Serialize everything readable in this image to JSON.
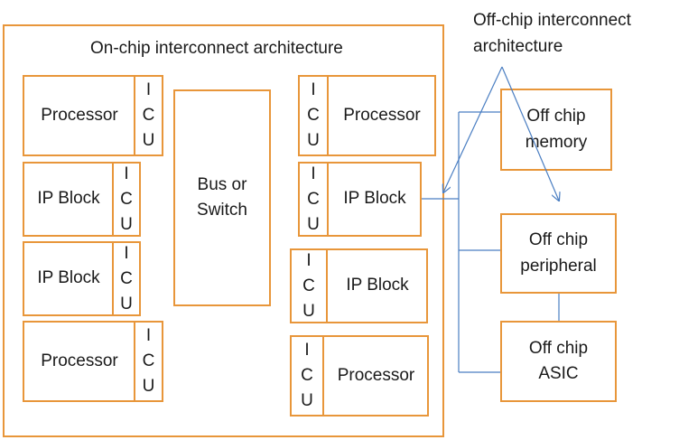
{
  "diagram": {
    "on_chip_title": "On-chip interconnect architecture",
    "off_chip_title_line1": "Off-chip interconnect",
    "off_chip_title_line2": "architecture",
    "icu": [
      "I",
      "C",
      "U"
    ],
    "bus": {
      "line1": "Bus or",
      "line2": "Switch"
    },
    "left_blocks": [
      {
        "label": "Processor"
      },
      {
        "label": "IP Block"
      },
      {
        "label": "IP Block"
      },
      {
        "label": "Processor"
      }
    ],
    "right_blocks": [
      {
        "label": "Processor"
      },
      {
        "label": "IP Block"
      },
      {
        "label": "IP Block"
      },
      {
        "label": "Processor"
      }
    ],
    "off_chip_blocks": [
      {
        "line1": "Off chip",
        "line2": "memory"
      },
      {
        "line1": "Off chip",
        "line2": "peripheral"
      },
      {
        "line1": "Off chip",
        "line2": "ASIC"
      }
    ],
    "colors": {
      "block_border": "#e8963a",
      "connector": "#4a7ec2"
    }
  }
}
